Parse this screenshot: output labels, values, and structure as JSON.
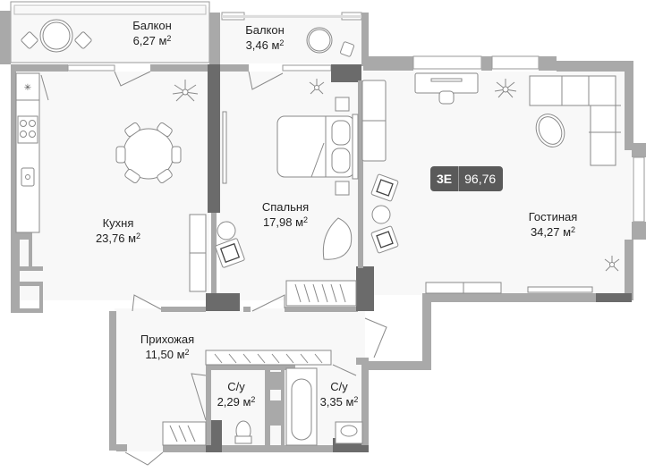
{
  "apartment": {
    "type_code": "3E",
    "total_area": "96,76"
  },
  "rooms": [
    {
      "id": "balcony-1",
      "name": "Балкон",
      "area": "6,27 м",
      "unit_sup": "2"
    },
    {
      "id": "balcony-2",
      "name": "Балкон",
      "area": "3,46 м",
      "unit_sup": "2"
    },
    {
      "id": "kitchen",
      "name": "Кухня",
      "area": "23,76 м",
      "unit_sup": "2"
    },
    {
      "id": "bedroom",
      "name": "Спальня",
      "area": "17,98 м",
      "unit_sup": "2"
    },
    {
      "id": "living-room",
      "name": "Гостиная",
      "area": "34,27 м",
      "unit_sup": "2"
    },
    {
      "id": "hallway",
      "name": "Прихожая",
      "area": "11,50 м",
      "unit_sup": "2"
    },
    {
      "id": "bathroom-1",
      "name": "С/у",
      "area": "2,29 м",
      "unit_sup": "2"
    },
    {
      "id": "bathroom-2",
      "name": "С/у",
      "area": "3,35 м",
      "unit_sup": "2"
    }
  ],
  "colors": {
    "wall": "#a9a9a9",
    "wall_dark": "#6b6b6b",
    "floor": "#f8f8f8",
    "badge_bg": "#5a5a5a",
    "badge_text": "#ffffff"
  }
}
